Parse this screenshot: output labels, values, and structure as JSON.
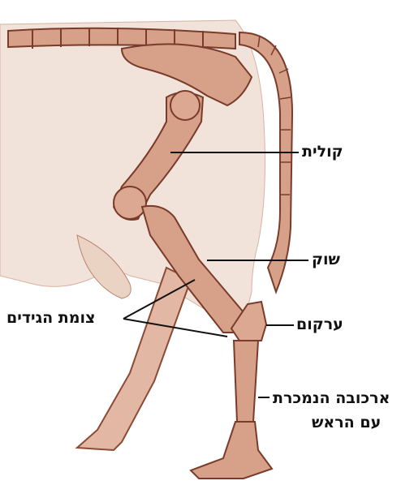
{
  "labels": {
    "femur": "קולית",
    "tibia": "שוק",
    "tendon_junction": "צומת הגידים",
    "hock": "ערקום",
    "rear_knee_line1": "ארכובה הנמכרת",
    "rear_knee_line2": "עם הראש"
  },
  "colors": {
    "skin": "#f1e3d9",
    "skin_shade": "#e7cfc0",
    "bone": "#d6a089",
    "bone_dark": "#a8644b",
    "outline": "#7a3b2a",
    "leader": "#111111"
  }
}
